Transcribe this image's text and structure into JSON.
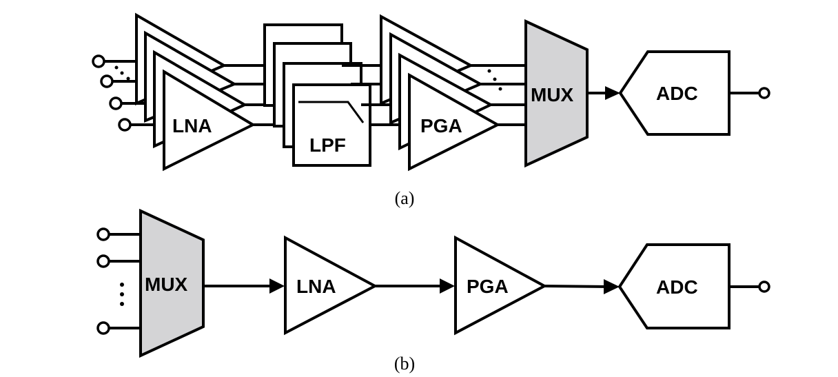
{
  "figure": {
    "panel_a": {
      "caption": "(a)",
      "blocks": {
        "lna": "LNA",
        "lpf": "LPF",
        "pga": "PGA",
        "mux": "MUX",
        "adc": "ADC"
      },
      "channels_drawn": 4,
      "ellipsis": "⋮"
    },
    "panel_b": {
      "caption": "(b)",
      "blocks": {
        "mux": "MUX",
        "lna": "LNA",
        "pga": "PGA",
        "adc": "ADC"
      },
      "inputs_drawn": 3,
      "ellipsis": "⋮"
    },
    "colors": {
      "mux_fill": "#d4d4d6",
      "stroke": "#000000",
      "background": "#ffffff"
    }
  }
}
